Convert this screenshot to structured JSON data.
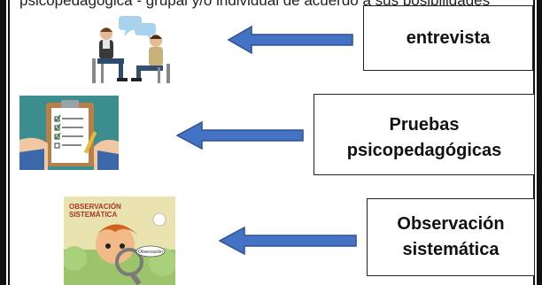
{
  "top_text": "psicopedagógica - grupal y/o individual de acuerdo a sus posibilidades",
  "methods": [
    {
      "label": "entrevista",
      "icon": "interview-icon"
    },
    {
      "label": "Pruebas\npsicopedagógicas",
      "icon": "clipboard-checklist-icon"
    },
    {
      "label": "Observación\nsistemática",
      "icon": "observation-illustration"
    }
  ],
  "observation_image_text": {
    "title": "OBSERVACIÓN\nSISTEMÁTICA",
    "bubble": "Observación"
  },
  "colors": {
    "arrow": "#4472c4",
    "arrow_border": "#2f528f"
  }
}
